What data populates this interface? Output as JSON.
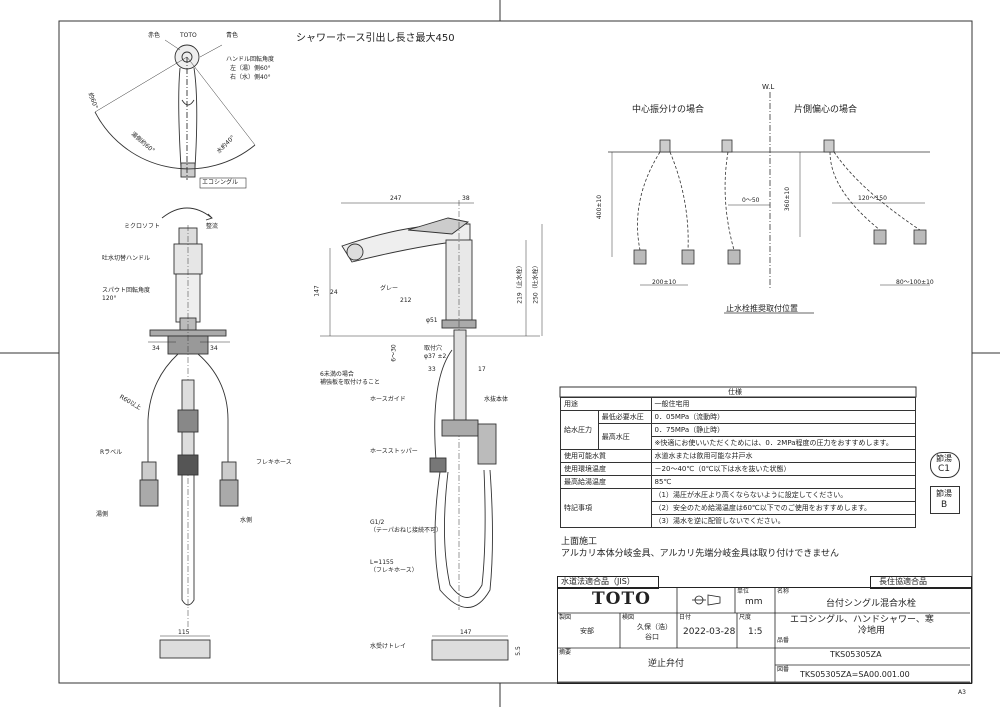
{
  "header": {
    "hose_length": "シャワーホース引出し長さ最大450"
  },
  "top_view": {
    "red": "赤色",
    "toto": "TOTO",
    "blue": "青色",
    "handle_angle": "ハンドル回転角度",
    "left_hot": "左（湯）側60°",
    "right_cold": "右（水）側40°",
    "approx60": "約60°",
    "hot_approx": "湯側約60°",
    "cold_approx": "水約40°",
    "eco_label": "エコシングル"
  },
  "front_view": {
    "micro_soft": "ミクロソフト",
    "water_stop": "整流",
    "switch_handle": "吐水切替ハンドル",
    "spout_angle": "スパウト回転角度",
    "spout_angle_val": "120°",
    "dim_34a": "34",
    "dim_34b": "34",
    "r60": "R60以上",
    "red_label": "Rラベル",
    "flexi_hose": "フレキホース",
    "hot_side": "湯側",
    "cold_side": "水側",
    "dim_115": "115"
  },
  "side_view": {
    "dim_247": "247",
    "dim_38": "38",
    "dim_147": "147",
    "dim_24": "24",
    "gray": "グレー",
    "dim_212": "212",
    "dim_219": "219（止水栓）",
    "dim_250": "250（吐水栓）",
    "dim_51": "φ51",
    "mount_hole": "取付穴",
    "mount_hole_dia": "φ37 ±2",
    "dim_6_30": "6～30",
    "under6_a": "6未満の場合",
    "under6_b": "補強板を取付けること",
    "dim_33": "33",
    "dim_17": "17",
    "hose_guide": "ホースガイド",
    "body": "水抜本体",
    "hose_stopper": "ホースストッパー",
    "g12": "G1/2",
    "g12_note": "（テーパおねじ接続不可）",
    "l1155": "L=1155",
    "flexi": "（フレキホース）",
    "tray": "水受けトレイ",
    "dim_147b": "147",
    "dim_55": "5.5"
  },
  "install": {
    "wl": "W.L",
    "center": "中心振分けの場合",
    "side": "片側偏心の場合",
    "dim_400": "400±10",
    "dim_0_50": "0～50",
    "dim_360": "360±10",
    "dim_120_150": "120～150",
    "dim_200": "200±10",
    "dim_80_100": "80～100±10",
    "caption": "止水栓推奨取付位置"
  },
  "spec": {
    "title": "仕様",
    "rows": [
      {
        "k": "用途",
        "v": "一般住宅用"
      },
      {
        "k": "給水圧力",
        "sub": "最低必要水圧",
        "v": "0．05MPa（流動時）"
      },
      {
        "sub": "最高水圧",
        "v": "0．75MPa（静止時）"
      },
      {
        "v": "※快適にお使いいただくためには、0．2MPa程度の圧力をおすすめします。"
      },
      {
        "k": "使用可能水質",
        "v": "水道水または飲用可能な井戸水"
      },
      {
        "k": "使用環境温度",
        "v": "－20～40℃（0℃以下は水を抜いた状態）"
      },
      {
        "k": "最高給湯温度",
        "v": "85℃"
      },
      {
        "k": "特記事項",
        "v": "（1）湯圧が水圧より高くならないように設定してください。"
      },
      {
        "v": "（2）安全のため給湯温度は60℃以下でのご使用をおすすめします。"
      },
      {
        "v": "（3）湯水を逆に配管しないでください。"
      }
    ]
  },
  "badges": {
    "b1a": "節湯",
    "b1b": "C1",
    "b2a": "節湯",
    "b2b": "B"
  },
  "notes": {
    "line1": "上面施工",
    "line2": "アルカリ本体分岐金具、アルカリ先端分岐金具は取り付けできません"
  },
  "title_block": {
    "jis": "水道法適合品（JIS）",
    "long_life": "長住協適合品",
    "logo": "TOTO",
    "unit_label": "単位",
    "unit": "mm",
    "name_label": "名称",
    "name1": "台付シングル混合水栓",
    "name2": "エコシングル、ハンドシャワー、寒",
    "name3": "冷地用",
    "drawn_label": "製図",
    "drawn": "安部",
    "checked_label": "検図",
    "checked1": "久保（浩）",
    "checked2": "谷口",
    "date_label": "日付",
    "date": "2022-03-28",
    "scale_label": "尺度",
    "scale": "1:5",
    "part_label": "品番",
    "part": "TKS05305ZA",
    "remarks_label": "摘要",
    "remarks": "逆止弁付",
    "drawing_label": "図番",
    "drawing": "TKS05305ZA=SA00.001.00"
  },
  "sheet": "A3"
}
